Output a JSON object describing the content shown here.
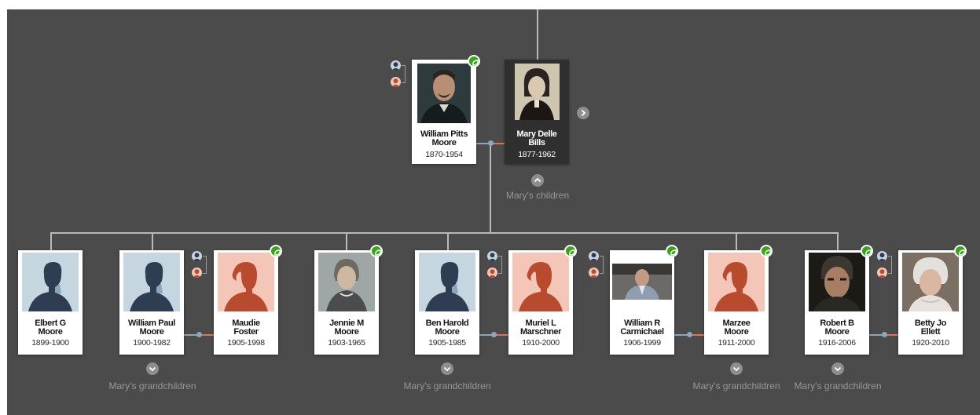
{
  "colors": {
    "canvas": "#4b4b4b",
    "hint_male": "#8aa7bc",
    "hint_female": "#e07155",
    "leaf_green": "#39a51a",
    "muted_text": "#979797"
  },
  "parents": {
    "father": {
      "name": "William Pitts Moore",
      "dates": "1870-1954",
      "icon": "photo"
    },
    "mother": {
      "name": "Mary Delle Bills",
      "dates": "1877-1962",
      "icon": "photo"
    },
    "children_link": "Mary's children"
  },
  "children": [
    {
      "name": "Elbert G Moore",
      "dates": "1899-1900",
      "icon": "male-silhouette"
    },
    {
      "name": "William Paul Moore",
      "dates": "1900-1982",
      "icon": "male-silhouette",
      "grandchildren": "Mary's grandchildren",
      "spouse": {
        "name": "Maudie Foster",
        "dates": "1905-1998",
        "icon": "female-silhouette"
      }
    },
    {
      "name": "Jennie M Moore",
      "dates": "1903-1965",
      "icon": "photo"
    },
    {
      "name": "Ben Harold Moore",
      "dates": "1905-1985",
      "icon": "male-silhouette",
      "grandchildren": "Mary's grandchildren",
      "spouse": {
        "name": "Muriel L Marschner",
        "dates": "1910-2000",
        "icon": "female-silhouette"
      }
    },
    {
      "name": "William R Carmichael",
      "dates": "1906-1999",
      "icon": "photo",
      "spouse": {
        "name": "Marzee Moore",
        "dates": "1911-2000",
        "icon": "female-silhouette"
      },
      "grandchildren": "Mary's grandchildren"
    },
    {
      "name": "Robert B Moore",
      "dates": "1916-2006",
      "icon": "photo",
      "grandchildren": "Mary's grandchildren",
      "spouse": {
        "name": "Betty Jo Ellett",
        "dates": "1920-2010",
        "icon": "photo"
      }
    }
  ]
}
